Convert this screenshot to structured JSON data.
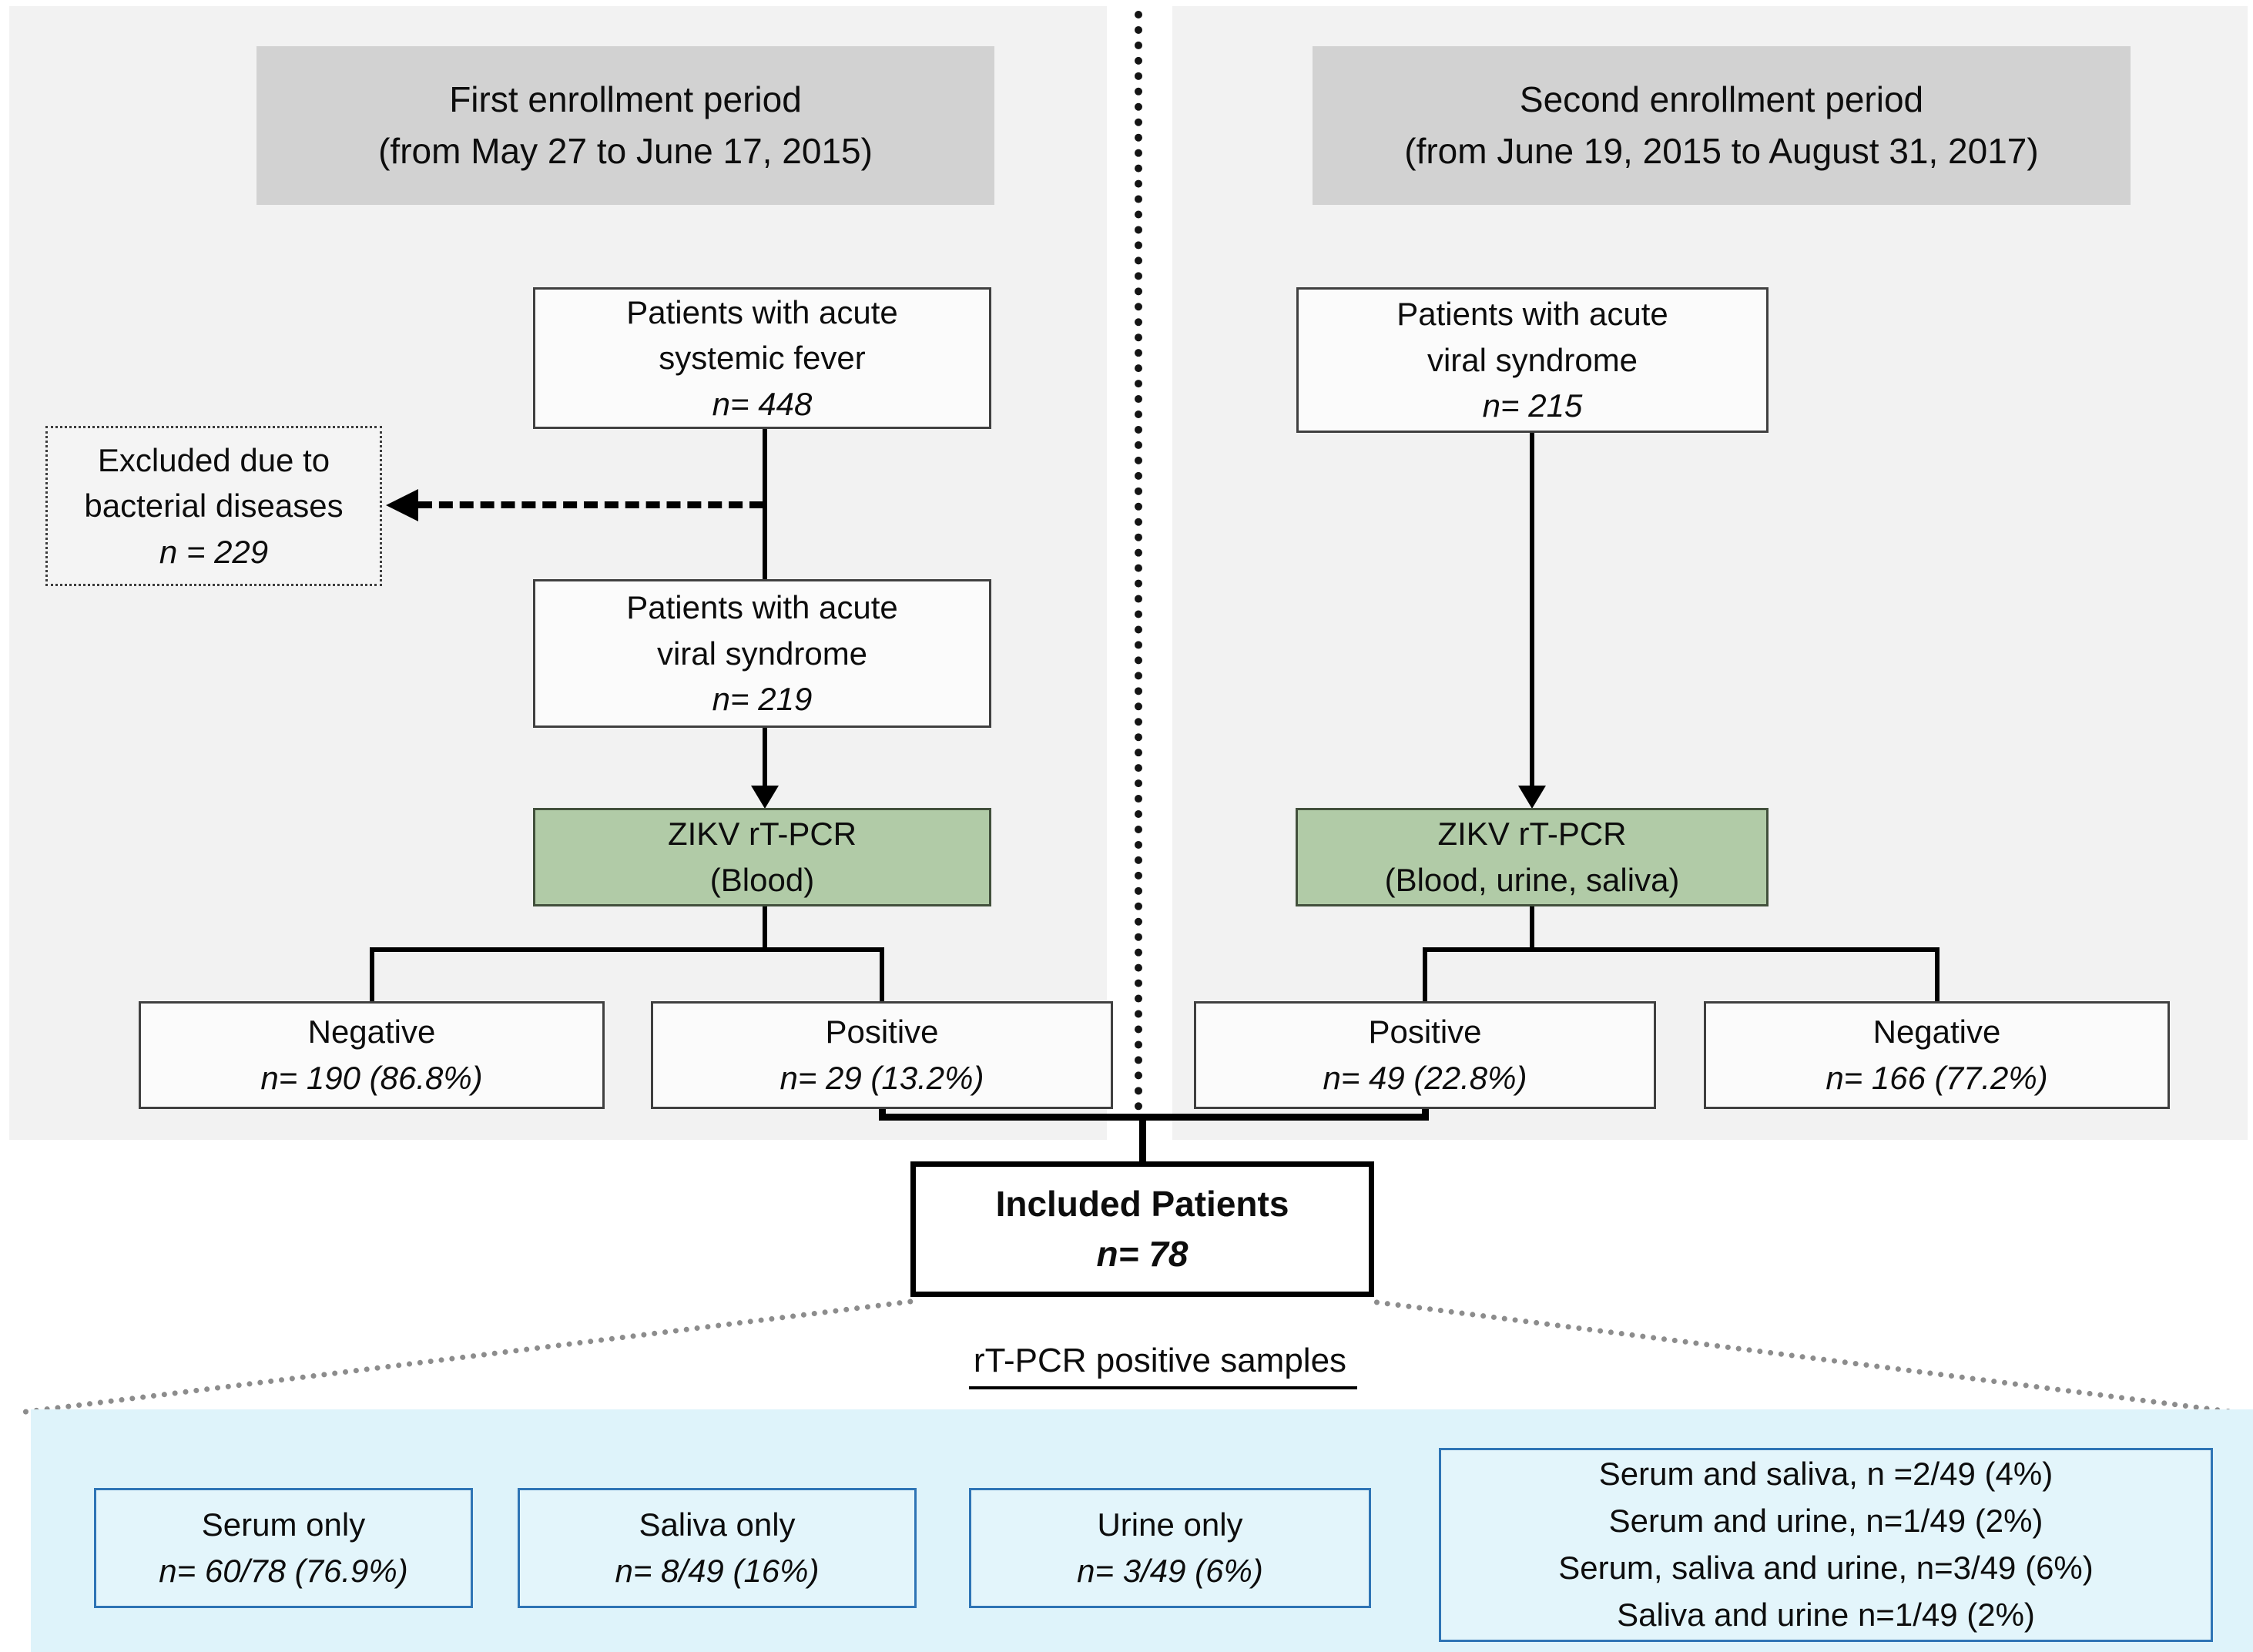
{
  "figure": {
    "left_panel": {
      "header": {
        "line1": "First enrollment period",
        "line2": "(from May 27 to June 17, 2015)"
      },
      "fever_box": {
        "line1": "Patients with acute",
        "line2": "systemic fever",
        "n": "n= 448"
      },
      "excluded_box": {
        "line1": "Excluded due to",
        "line2": "bacterial diseases",
        "n": "n = 229"
      },
      "viral_box": {
        "line1": "Patients with acute",
        "line2": "viral syndrome",
        "n": "n= 219"
      },
      "pcr_box": {
        "line1": "ZIKV rT-PCR",
        "line2": "(Blood)"
      },
      "negative_box": {
        "label": "Negative",
        "n": "n= 190 (86.8%)"
      },
      "positive_box": {
        "label": "Positive",
        "n": "n= 29 (13.2%)"
      }
    },
    "right_panel": {
      "header": {
        "line1": "Second enrollment period",
        "line2": "(from June 19, 2015  to August 31, 2017)"
      },
      "viral_box": {
        "line1": "Patients with acute",
        "line2": "viral syndrome",
        "n": "n= 215"
      },
      "pcr_box": {
        "line1": "ZIKV rT-PCR",
        "line2": "(Blood, urine, saliva)"
      },
      "positive_box": {
        "label": "Positive",
        "n": "n= 49 (22.8%)"
      },
      "negative_box": {
        "label": "Negative",
        "n": "n= 166 (77.2%)"
      }
    },
    "included_box": {
      "line1": "Included Patients",
      "n": "n= 78"
    },
    "samples_section": {
      "title": "rT-PCR positive samples",
      "serum_box": {
        "label": "Serum only",
        "n": "n= 60/78 (76.9%)"
      },
      "saliva_box": {
        "label": "Saliva only",
        "n": "n= 8/49 (16%)"
      },
      "urine_box": {
        "label": "Urine only",
        "n": "n= 3/49 (6%)"
      },
      "combined_box": {
        "line1": "Serum and saliva, n =2/49 (4%)",
        "line2": "Serum and urine, n=1/49 (2%)",
        "line3": "Serum, saliva and urine, n=3/49 (6%)",
        "line4": "Saliva and urine n=1/49 (2%)"
      }
    },
    "colors": {
      "panel_bg": "#f2f2f2",
      "header_bg": "#d2d2d2",
      "box_border": "#404040",
      "green_fill": "#b1cba7",
      "green_border": "#42503c",
      "blue_region_bg": "#def3fa",
      "blue_box_fill": "#e3f5fb",
      "blue_box_border": "#2e74b5",
      "dotted_diag": "#8c8c8c"
    }
  }
}
